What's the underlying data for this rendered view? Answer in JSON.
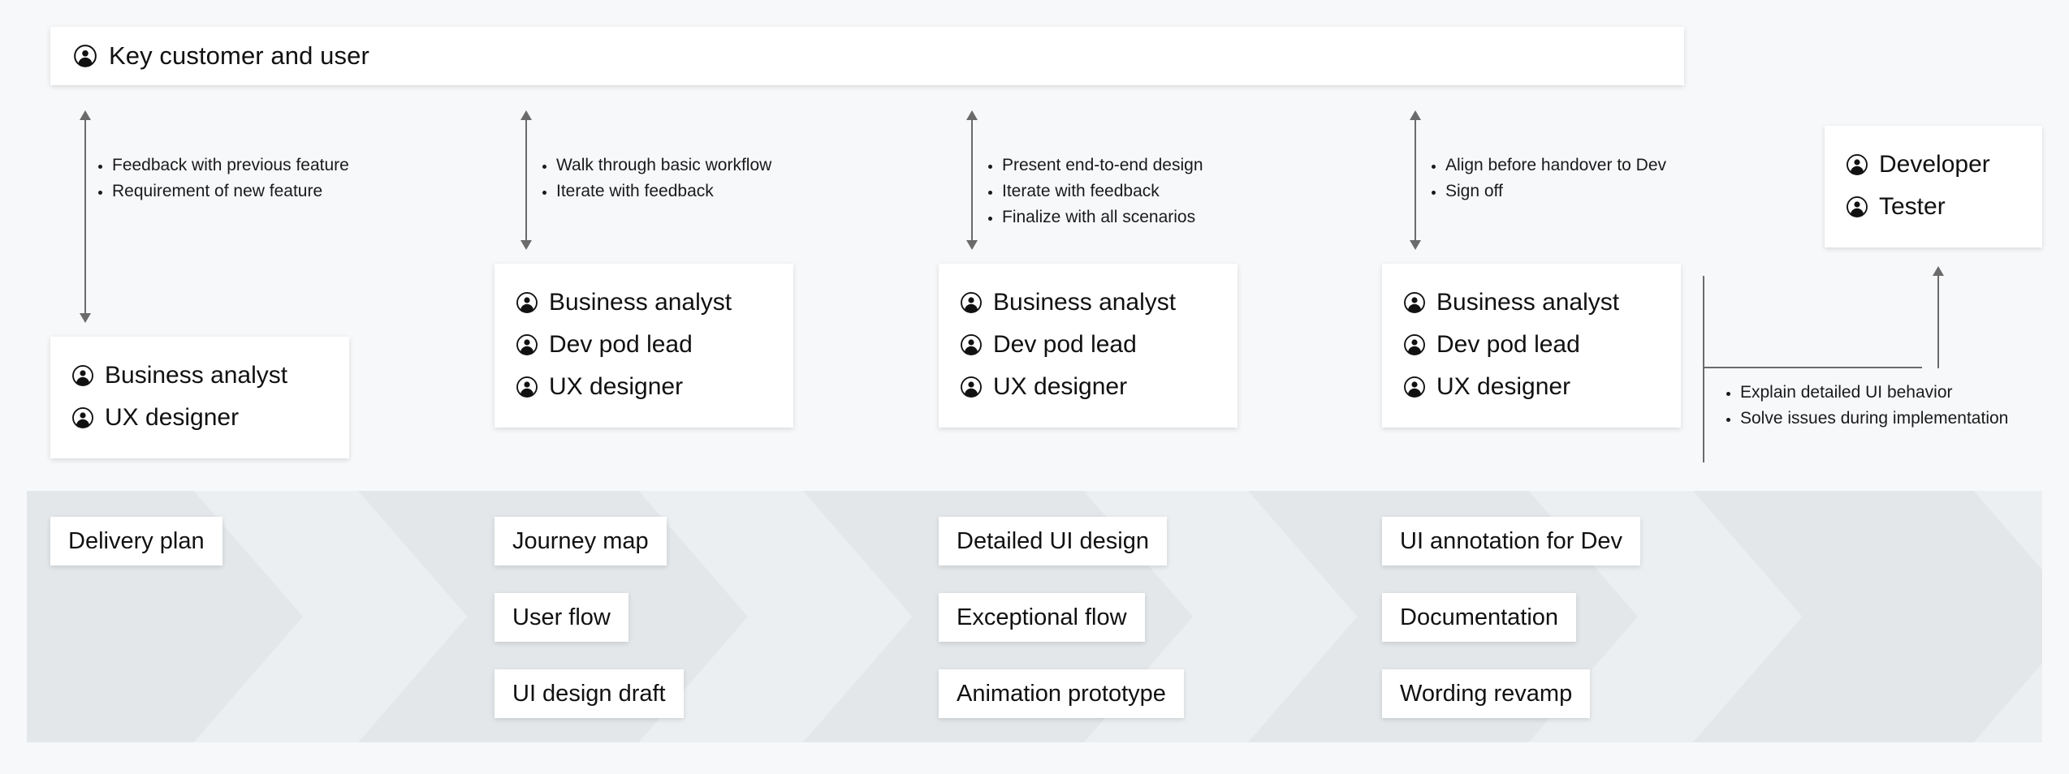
{
  "theme": {
    "page_bg": "#f7f8fa",
    "card_bg": "#ffffff",
    "band_bg": "#eceff1",
    "chevron_bg": "#e3e7ea",
    "line_color": "#6b6b6b",
    "text_color": "#111111"
  },
  "header": {
    "icon": "person-icon",
    "title": "Key customer and user"
  },
  "stages": [
    {
      "id": "stage-1",
      "arrow": "double-vertical",
      "activities": [
        "Feedback with previous feature",
        "Requirement of new feature"
      ],
      "roles": [
        {
          "icon": "person-icon",
          "label": "Business analyst"
        },
        {
          "icon": "person-icon",
          "label": "UX designer"
        }
      ],
      "deliverables": [
        "Delivery plan"
      ]
    },
    {
      "id": "stage-2",
      "arrow": "double-vertical",
      "activities": [
        "Walk through basic workflow",
        "Iterate with feedback"
      ],
      "roles": [
        {
          "icon": "person-icon",
          "label": "Business analyst"
        },
        {
          "icon": "person-icon",
          "label": "Dev pod lead"
        },
        {
          "icon": "person-icon",
          "label": "UX designer"
        }
      ],
      "deliverables": [
        "Journey map",
        "User flow",
        "UI design draft"
      ]
    },
    {
      "id": "stage-3",
      "arrow": "double-vertical",
      "activities": [
        "Present end-to-end design",
        "Iterate with feedback",
        "Finalize with all scenarios"
      ],
      "roles": [
        {
          "icon": "person-icon",
          "label": "Business analyst"
        },
        {
          "icon": "person-icon",
          "label": "Dev pod lead"
        },
        {
          "icon": "person-icon",
          "label": "UX designer"
        }
      ],
      "deliverables": [
        "Detailed UI design",
        "Exceptional flow",
        "Animation prototype"
      ]
    },
    {
      "id": "stage-4",
      "arrow": "double-vertical",
      "activities": [
        "Align before handover to Dev",
        "Sign off"
      ],
      "roles": [
        {
          "icon": "person-icon",
          "label": "Business analyst"
        },
        {
          "icon": "person-icon",
          "label": "Dev pod lead"
        },
        {
          "icon": "person-icon",
          "label": "UX designer"
        }
      ],
      "deliverables": [
        "UI annotation for Dev",
        "Documentation",
        "Wording revamp"
      ]
    }
  ],
  "handoff": {
    "roles": [
      {
        "icon": "person-icon",
        "label": "Developer"
      },
      {
        "icon": "person-icon",
        "label": "Tester"
      }
    ],
    "activities": [
      "Explain detailed UI behavior",
      "Solve issues during implementation"
    ]
  }
}
